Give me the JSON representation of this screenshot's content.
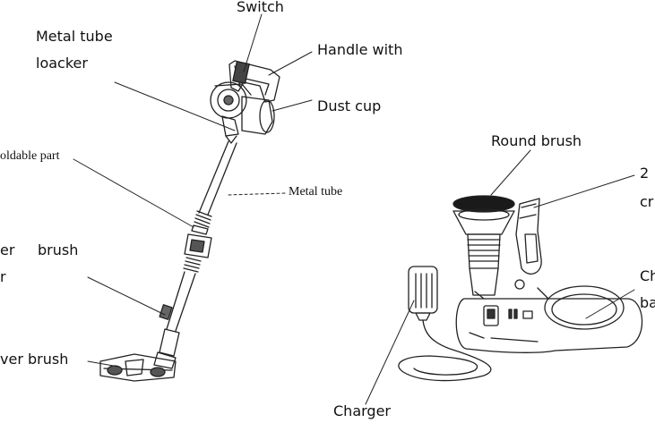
{
  "labels": {
    "switch": "Switch",
    "metal_tube_locker_l1": "Metal tube",
    "metal_tube_locker_l2": "loacker",
    "handle_with": "Handle  with",
    "dust_cup": "Dust cup",
    "foldable_part": "oldable part",
    "metal_tube": "Metal tube",
    "brush_l1a": "er",
    "brush_l1b": "brush",
    "brush_l2": "r",
    "power_brush": "ver brush",
    "round_brush": "Round brush",
    "crevice_l1": "2",
    "crevice_l2": "cr",
    "charging_base_l1": "Ch",
    "charging_base_l2": "ba",
    "charger": "Charger"
  },
  "colors": {
    "line": "#222222",
    "text": "#111111",
    "background": "#ffffff"
  }
}
